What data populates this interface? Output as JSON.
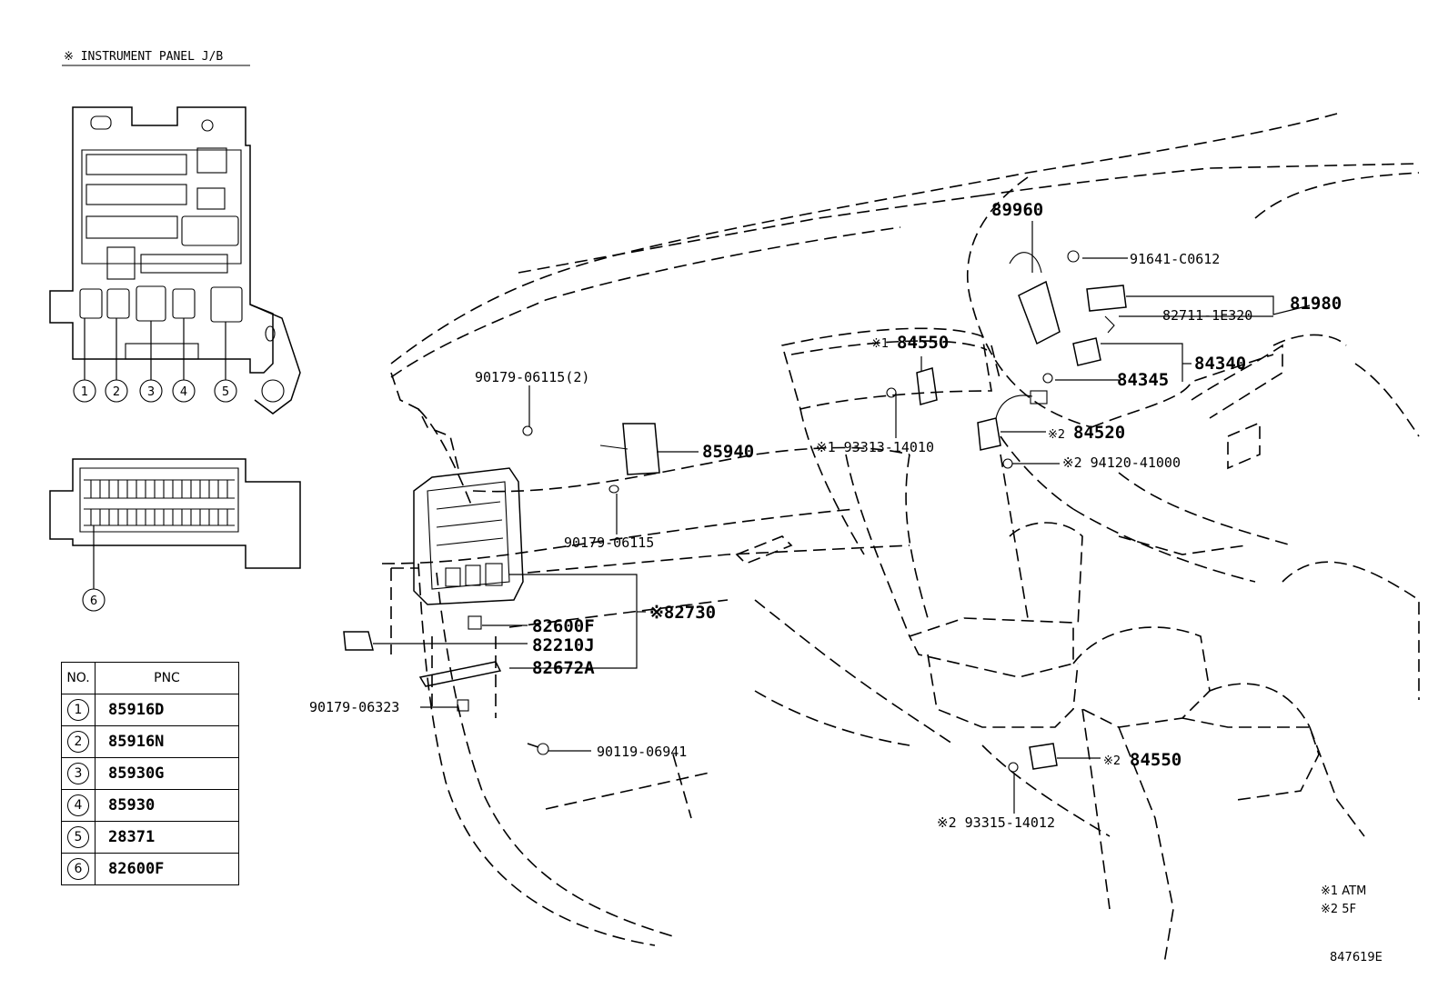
{
  "section_title": "※ INSTRUMENT PANEL J/B",
  "jb_callouts": [
    "1",
    "2",
    "3",
    "4",
    "5"
  ],
  "connector_callout": "6",
  "table": {
    "header_no": "NO.",
    "header_pnc": "PNC",
    "rows": [
      {
        "no": "1",
        "pnc": "85916D"
      },
      {
        "no": "2",
        "pnc": "85916N"
      },
      {
        "no": "3",
        "pnc": "85930G"
      },
      {
        "no": "4",
        "pnc": "85930"
      },
      {
        "no": "5",
        "pnc": "28371"
      },
      {
        "no": "6",
        "pnc": "82600F"
      }
    ]
  },
  "parts": {
    "p89960": "89960",
    "p91641": "91641-C0612",
    "p81980": "81980",
    "p82711": "82711-1E320",
    "p84550a_mark": "※1",
    "p84550a": "84550",
    "p84340": "84340",
    "p84345": "84345",
    "p84520_mark": "※2",
    "p84520": "84520",
    "p94120": "※2 94120-41000",
    "p93313": "※1 93313-14010",
    "p90179_2": "90179-06115(2)",
    "p85940": "85940",
    "p90179b": "90179-06115",
    "p82730": "※82730",
    "p82600f": "82600F",
    "p82210j": "82210J",
    "p82672a": "82672A",
    "p90179c": "90179-06323",
    "p90119": "90119-06941",
    "p84550b_mark": "※2",
    "p84550b": "84550",
    "p93315": "※2 93315-14012"
  },
  "notes": {
    "note1": "※1 ATM",
    "note2": "※2 5F"
  },
  "figure_id": "847619E"
}
